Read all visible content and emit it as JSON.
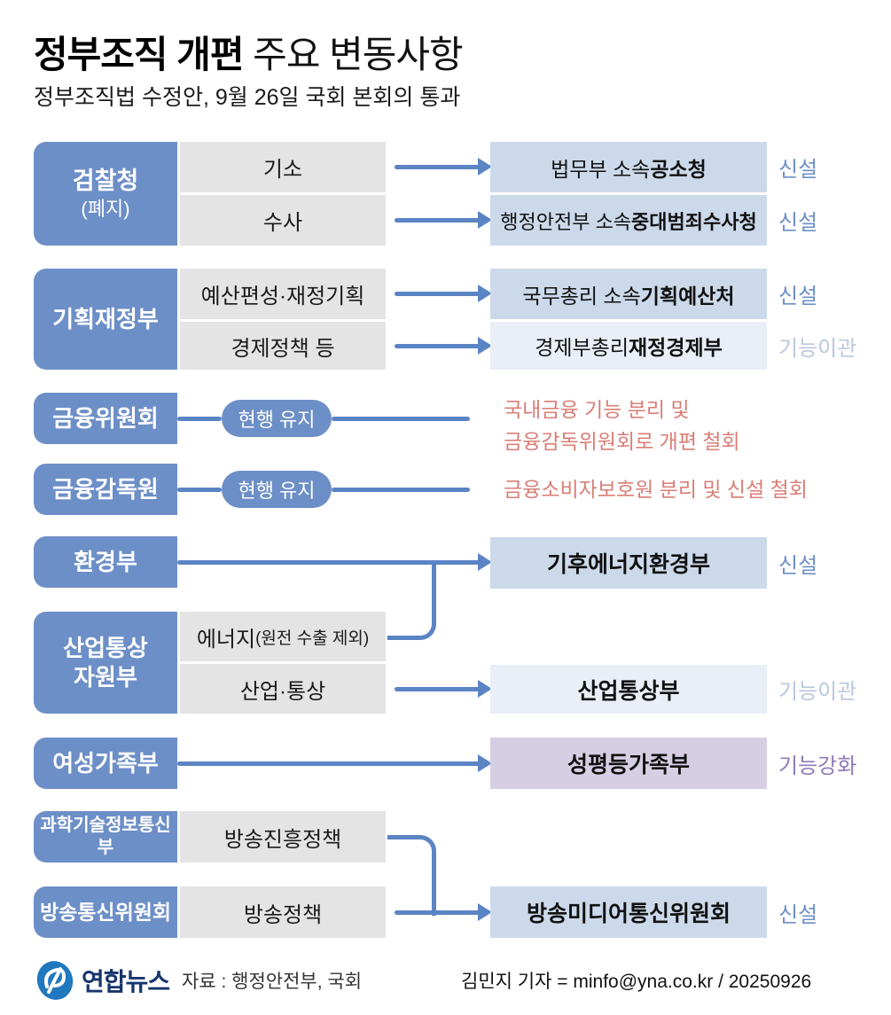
{
  "header": {
    "title_bold": "정부조직 개편",
    "title_regular": " 주요 변동사항",
    "subtitle": "정부조직법 수정안, 9월 26일 국회 본회의 통과"
  },
  "colors": {
    "source_box_blue": "#6d8fc7",
    "connector_blue": "#5b84c4",
    "function_box_gray": "#e4e4e4",
    "result_box_blue": "#ccd9eb",
    "result_box_light_blue": "#e9eef7",
    "result_box_purple": "#d6cfe4",
    "status_new_blue": "#6d8fc7",
    "status_transfer_light": "#bac8de",
    "status_strengthen_purple": "#8f7bb5",
    "note_red": "#d97e76"
  },
  "sections": {
    "prosecution": {
      "source": "검찰청",
      "source_note": "(폐지)",
      "rows": [
        {
          "function": "기소",
          "dest_prefix": "법무부 소속 ",
          "dest_main": "공소청",
          "status": "신설"
        },
        {
          "function": "수사",
          "dest_prefix": "행정안전부 소속 ",
          "dest_main": "중대범죄수사청",
          "status": "신설"
        }
      ]
    },
    "finance_ministry": {
      "source": "기획재정부",
      "rows": [
        {
          "function": "예산편성·재정기획",
          "dest_prefix": "국무총리 소속 ",
          "dest_main": "기획예산처",
          "status": "신설"
        },
        {
          "function": "경제정책 등",
          "dest_prefix": "경제부총리 ",
          "dest_main": "재정경제부",
          "status": "기능이관"
        }
      ]
    },
    "fsc": {
      "source": "금융위원회",
      "pill": "현행 유지",
      "note_line1": "국내금융 기능 분리 및",
      "note_line2": "금융감독위원회로 개편 철회"
    },
    "fss": {
      "source": "금융감독원",
      "pill": "현행 유지",
      "note_line1": "금융소비자보호원 분리 및 신설 철회"
    },
    "environment": {
      "source": "환경부",
      "dest_main": "기후에너지환경부",
      "status": "신설"
    },
    "industry": {
      "source_line1": "산업통상",
      "source_line2": "자원부",
      "rows": [
        {
          "function": "에너지",
          "function_small": "(원전 수출 제외)"
        },
        {
          "function": "산업·통상",
          "dest_main": "산업통상부",
          "status": "기능이관"
        }
      ]
    },
    "gender": {
      "source": "여성가족부",
      "dest_main": "성평등가족부",
      "status": "기능강화"
    },
    "science": {
      "source": "과학기술정보통신부",
      "function": "방송진흥정책"
    },
    "kcc": {
      "source": "방송통신위원회",
      "function": "방송정책",
      "dest_main": "방송미디어통신위원회",
      "status": "신설"
    }
  },
  "footer": {
    "logo_text": "연합뉴스",
    "source_credit": "자료 : 행정안전부, 국회",
    "byline": "김민지 기자 = minfo@yna.co.kr / 20250926"
  }
}
